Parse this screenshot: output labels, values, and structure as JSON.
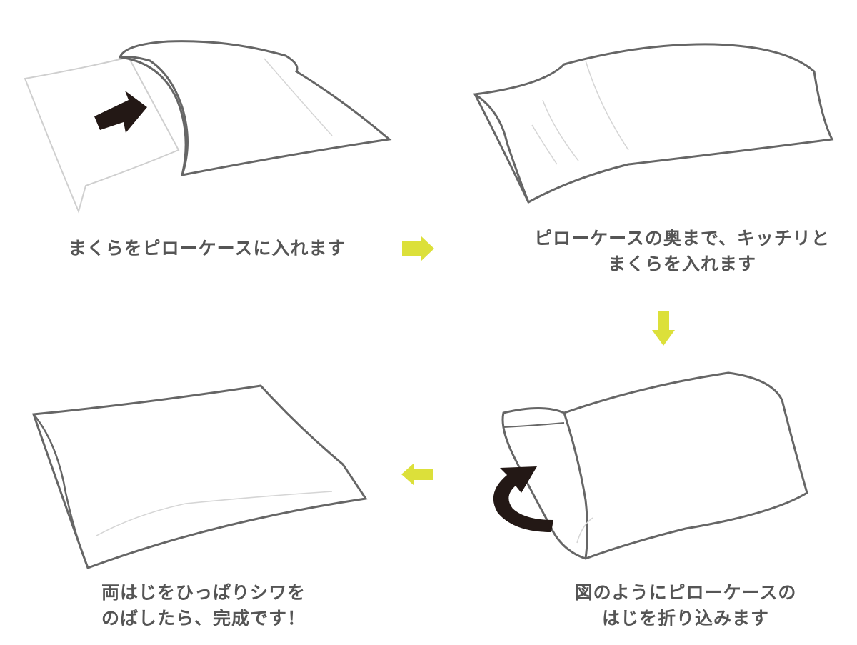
{
  "steps": [
    {
      "lines": [
        "まくらをピローケースに入れます"
      ]
    },
    {
      "lines": [
        "ピローケースの奥まで、キッチリと",
        "まくらを入れます"
      ]
    },
    {
      "lines": [
        "図のようにピローケースの",
        "はじを折り込みます"
      ]
    },
    {
      "lines": [
        "両はじをひっぱりシワを",
        "のばしたら、完成です！"
      ]
    }
  ],
  "colors": {
    "outline": "#666666",
    "light_outline": "#cfcfcf",
    "action_arrow": "#231815",
    "flow_arrow": "#dce03a",
    "caption_text": "#555555"
  }
}
